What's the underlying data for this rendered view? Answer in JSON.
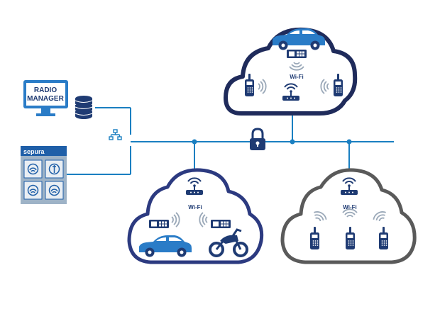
{
  "labels": {
    "radio_manager_line1": "RADIO",
    "radio_manager_line2": "MANAGER",
    "sepura": "sepura",
    "wifi_top": "Wi-Fi",
    "wifi_left": "Wi-Fi",
    "wifi_right": "Wi-Fi"
  },
  "colors": {
    "network_line": "#1a7fc1",
    "cloud_top": "#1f2b5b",
    "cloud_left": "#2c3a80",
    "cloud_right": "#5a5a5a",
    "device_blue": "#2a7cc7",
    "device_navy": "#1f3b73",
    "radio_wave": "#9aa8b8",
    "panel_grey": "#9eb3c7"
  },
  "icons": [
    "monitor-icon",
    "database-icon",
    "network-switch-icon",
    "padlock-icon",
    "car-icon",
    "motorcycle-icon",
    "handheld-radio-icon",
    "mobile-radio-icon",
    "wifi-router-icon",
    "tablet-app-icon"
  ]
}
